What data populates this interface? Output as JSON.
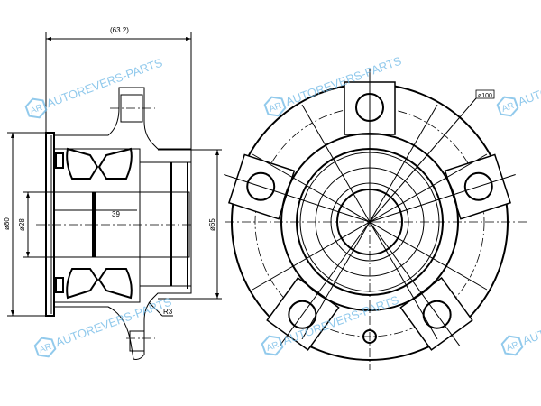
{
  "drawing": {
    "title": "Wheel hub bearing assembly",
    "dimensions": {
      "overall_length": "(63.2)",
      "flange_diameter": "ø80",
      "bore_diameter": "ø28",
      "bearing_width": "39",
      "spigot_diameter": "ø65",
      "fillet_radius": "R3",
      "bolt_circle": "ø100"
    },
    "bolt_hole_count": 5
  },
  "watermark": {
    "logo": "AR",
    "text": "AUTOREVERS-PARTS",
    "color": "#6db8e6"
  }
}
